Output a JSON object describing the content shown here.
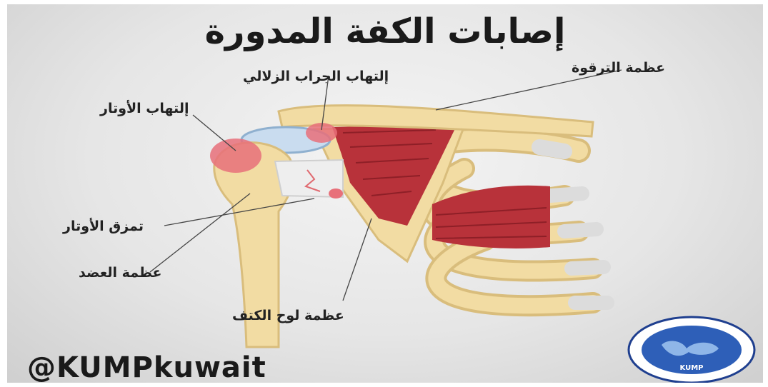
{
  "title": "إصابات الكفة المدورة",
  "labels": {
    "bursitis": "إلتهاب الجراب الزلالي",
    "clavicle": "عظمة الترقوة",
    "tendinitis": "إلتهاب الأوتار",
    "tendon_tear": "تمزق الأوتار",
    "humerus": "عظمة العضد",
    "scapula": "عظمة لوح الكتف"
  },
  "handle": "@KUMPkuwait",
  "logo": {
    "text": "KUMP"
  },
  "colors": {
    "bone": "#f2dca3",
    "bone_shadow": "#d9bd7c",
    "muscle": "#b8323a",
    "inflamed": "#e8707a",
    "bursa": "#c9dcef"
  }
}
